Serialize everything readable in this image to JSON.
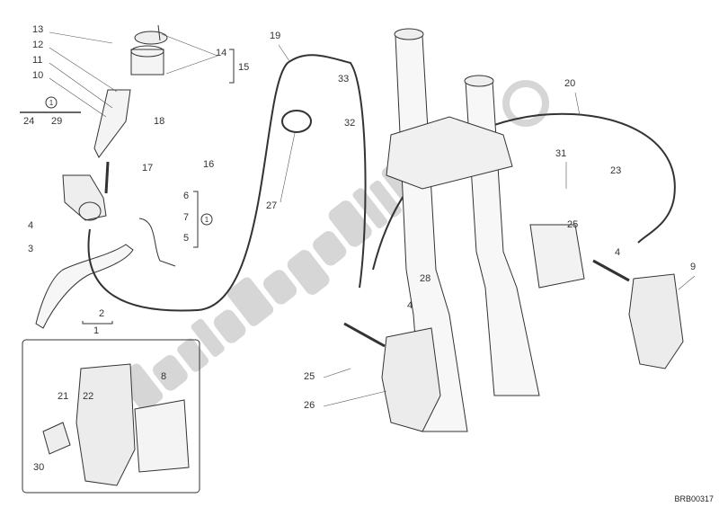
{
  "diagram": {
    "code": "BRB00317",
    "watermark": "PartsRepublik",
    "labels": [
      {
        "id": "p13",
        "text": "13"
      },
      {
        "id": "p12",
        "text": "12"
      },
      {
        "id": "p11",
        "text": "11"
      },
      {
        "id": "p10",
        "text": "10"
      },
      {
        "id": "p24",
        "text": "24"
      },
      {
        "id": "p29",
        "text": "29"
      },
      {
        "id": "p14",
        "text": "14"
      },
      {
        "id": "p15",
        "text": "15"
      },
      {
        "id": "p18",
        "text": "18"
      },
      {
        "id": "p17",
        "text": "17"
      },
      {
        "id": "p16",
        "text": "16"
      },
      {
        "id": "p6",
        "text": "6"
      },
      {
        "id": "p7",
        "text": "7"
      },
      {
        "id": "p5",
        "text": "5"
      },
      {
        "id": "p4a",
        "text": "4"
      },
      {
        "id": "p3",
        "text": "3"
      },
      {
        "id": "p2",
        "text": "2"
      },
      {
        "id": "p1",
        "text": "1"
      },
      {
        "id": "p19",
        "text": "19"
      },
      {
        "id": "p33",
        "text": "33"
      },
      {
        "id": "p32",
        "text": "32"
      },
      {
        "id": "p27",
        "text": "27"
      },
      {
        "id": "p20",
        "text": "20"
      },
      {
        "id": "p31",
        "text": "31"
      },
      {
        "id": "p23",
        "text": "23"
      },
      {
        "id": "p25a",
        "text": "25"
      },
      {
        "id": "p4b",
        "text": "4"
      },
      {
        "id": "p9",
        "text": "9"
      },
      {
        "id": "p28",
        "text": "28"
      },
      {
        "id": "p4c",
        "text": "4"
      },
      {
        "id": "p25b",
        "text": "25"
      },
      {
        "id": "p26",
        "text": "26"
      },
      {
        "id": "p21",
        "text": "21"
      },
      {
        "id": "p22",
        "text": "22"
      },
      {
        "id": "p8",
        "text": "8"
      },
      {
        "id": "p30",
        "text": "30"
      }
    ],
    "kit_symbol": "1"
  }
}
